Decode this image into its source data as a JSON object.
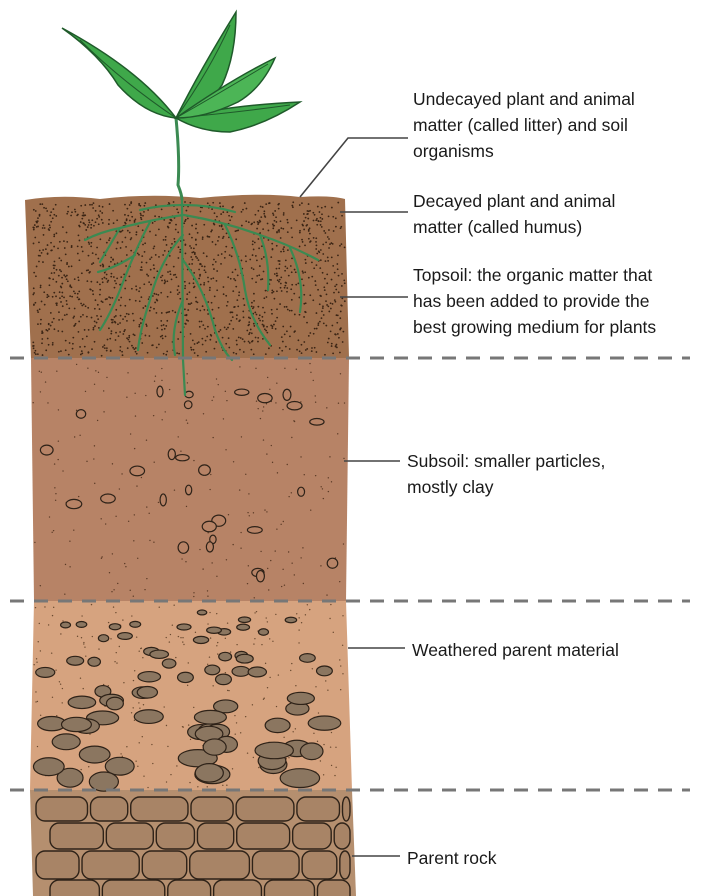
{
  "labels": {
    "litter": "Undecayed plant and animal\nmatter (called litter) and soil\norganisms",
    "humus": "Decayed plant and animal\nmatter (called humus)",
    "topsoil": "Topsoil: the organic matter that\nhas been added to provide the\nbest growing medium for plants",
    "subsoil": "Subsoil: smaller particles,\nmostly clay",
    "weathered": "Weathered parent material",
    "rock": "Parent rock"
  },
  "colors": {
    "topsoil": "#a0704d",
    "subsoil": "#b78366",
    "weathered": "#d6a37f",
    "rock": "#b58f6f",
    "leaf": "#3fa84a",
    "root": "#3b8a52",
    "pebble": "#8b7660",
    "divider": "#777777"
  },
  "icons": [
    "plant-icon"
  ]
}
